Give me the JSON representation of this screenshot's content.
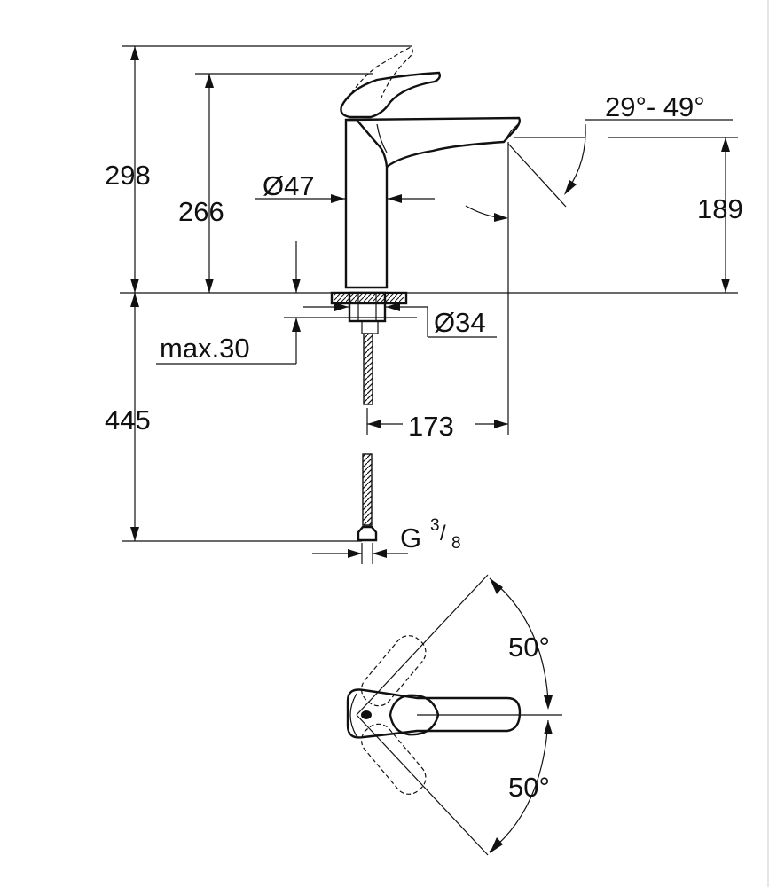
{
  "dimensions": {
    "total_height": "298",
    "spout_height": "266",
    "outlet_height": "189",
    "body_diameter": "Ø47",
    "hole_diameter": "Ø34",
    "max_thickness": "max.30",
    "hose_length": "445",
    "projection": "173",
    "spout_angle": "29°- 49°",
    "connection_base": "G",
    "connection_num": "3",
    "connection_den": "8",
    "rotation_upper": "50°",
    "rotation_lower": "50°"
  },
  "colors": {
    "line": "#111111",
    "background": "#ffffff",
    "edge": "#e6e6e6"
  }
}
